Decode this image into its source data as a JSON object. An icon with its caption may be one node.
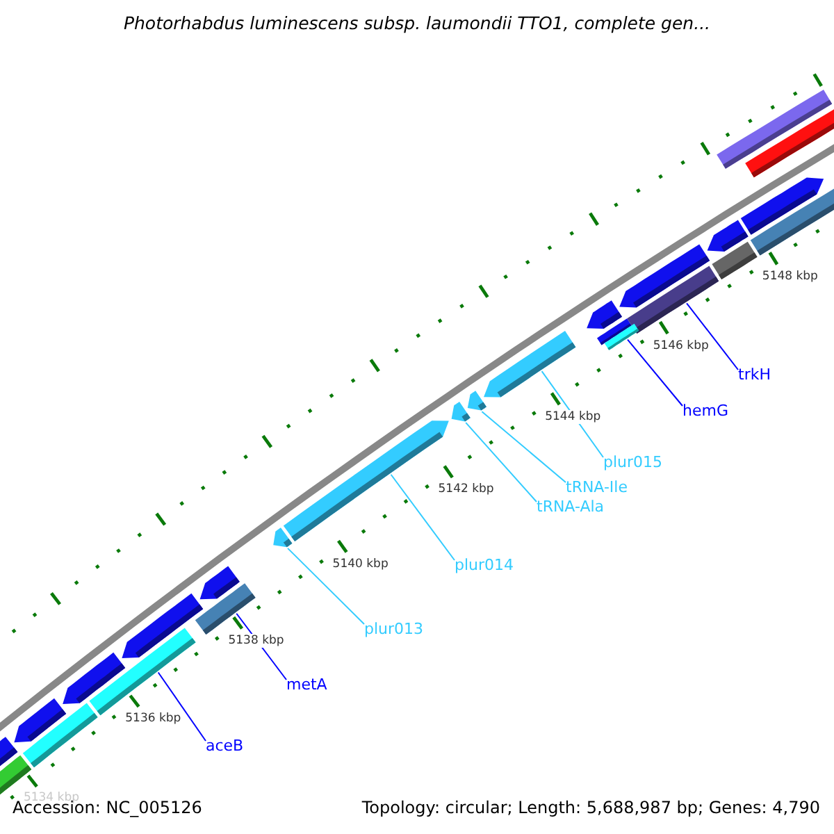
{
  "diagram": {
    "title": "Photorhabdus luminescens subsp. laumondii TTO1, complete gen...",
    "nodes": [
      {
        "text": [
          "trkH"
        ]
      },
      {
        "text": [
          "hemG"
        ]
      },
      {
        "text": [
          "plur015"
        ]
      },
      {
        "text": [
          "tRNA-Ile"
        ]
      },
      {
        "text": [
          "tRNA-Ala"
        ]
      },
      {
        "text": [
          "plur014"
        ]
      },
      {
        "text": [
          "plur013"
        ]
      },
      {
        "text": [
          "metA"
        ]
      },
      {
        "text": [
          "aceB"
        ]
      },
      {
        "text": [],
        "shape": "bar"
      },
      {
        "text": [],
        "shape": "bar"
      },
      {
        "text": [],
        "shape": "bar"
      },
      {
        "text": [],
        "shape": "bar"
      },
      {
        "text": [],
        "shape": "bar"
      },
      {
        "text": [],
        "shape": "bar"
      },
      {
        "text": [],
        "shape": "bar"
      },
      {
        "text": [],
        "shape": "bar"
      },
      {
        "text": [],
        "shape": "bar"
      }
    ],
    "edges": [
      {
        "from": 0,
        "to": 9,
        "arrow": "none",
        "color": "#0000ff"
      },
      {
        "from": 1,
        "to": 10,
        "arrow": "none",
        "color": "#0000ff"
      },
      {
        "from": 2,
        "to": 11,
        "arrow": "none"
      },
      {
        "from": 3,
        "to": 12,
        "arrow": "none"
      },
      {
        "from": 4,
        "to": 13,
        "arrow": "none"
      },
      {
        "from": 5,
        "to": 14,
        "arrow": "none"
      },
      {
        "from": 6,
        "to": 15,
        "arrow": "none"
      },
      {
        "from": 7,
        "to": 16,
        "arrow": "none",
        "color": "#0000ff"
      },
      {
        "from": 8,
        "to": 17,
        "arrow": "none",
        "color": "#0000ff"
      }
    ],
    "labels": [
      "5148 kbp",
      "5146 kbp",
      "5144 kbp",
      "5142 kbp",
      "5140 kbp",
      "5138 kbp",
      "5136 kbp",
      "5134 kbp",
      "Accession: NC_005126",
      "Topology: circular; Length: 5,688,987 bp; Genes: 4,790"
    ]
  }
}
